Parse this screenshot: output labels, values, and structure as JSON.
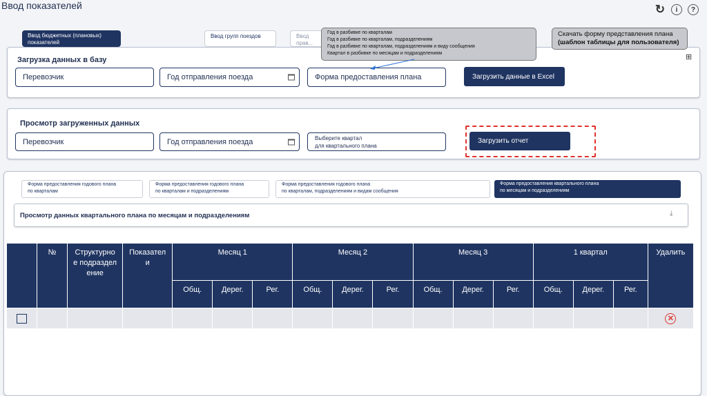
{
  "page": {
    "title": "Ввод показателей"
  },
  "header_icons": {
    "refresh": "↻",
    "info": "i",
    "help": "?"
  },
  "top_tabs": [
    {
      "label": "Ввод бюджетных (плановых) показателей",
      "active": true
    },
    {
      "label": "Ввод групп поездов",
      "active": false
    },
    {
      "label": "Ввод прав... дней в ка...",
      "active": false
    }
  ],
  "tooltip_options": [
    "Год в разбивке по кварталам",
    "Год в разбивке по кварталам, подразделениям",
    "Год в разбивке по кварталам, подразделениям и виду сообщения",
    "Квартал в разбивке по месяцам и подразделениям"
  ],
  "tooltip_download": {
    "line1": "Скачать форму представления плана",
    "line2": "(шаблон таблицы для пользователя)"
  },
  "upload_panel": {
    "title": "Загрузка данных в базу",
    "carrier": "Перевозчик",
    "year": "Год отправления поезда",
    "form": "Форма предоставления плана",
    "button": "Загрузить данные в  Excel"
  },
  "view_panel": {
    "title": "Просмотр загруженных данных",
    "carrier": "Перевозчик",
    "year": "Год отправления поезда",
    "quarter_line1": "Выберите квартал",
    "quarter_line2": "для квартального плана",
    "button": "Загрузить отчет"
  },
  "sub_tabs": [
    {
      "line1": "Форма предоставления годового плана",
      "line2": "по кварталам",
      "active": false
    },
    {
      "line1": "Форма предоставления годового плана",
      "line2": "по кварталам и подразделениям",
      "active": false
    },
    {
      "line1": "Форма предоставления годового плана",
      "line2": "по кварталам, подразделениям и видам сообщения",
      "active": false
    },
    {
      "line1": "Форма предоставления квартального плана",
      "line2": "по месяцам и подразделениям",
      "active": true
    }
  ],
  "preview": {
    "title": "Просмотр данных квартального плана по месяцам и подразделениям"
  },
  "table": {
    "headers": {
      "num": "№",
      "structure": "Структурное подразделение",
      "indicator": "Показатели",
      "month1": "Месяц 1",
      "month2": "Месяц 2",
      "month3": "Месяц 3",
      "quarter": "1 квартал",
      "delete": "Удалить"
    },
    "sub_headers": [
      "Общ.",
      "Дерег.",
      "Рег."
    ]
  },
  "colors": {
    "navy": "#1f3461",
    "accent_red": "#e0312b",
    "tooltip_gray": "#c6c8cd"
  }
}
